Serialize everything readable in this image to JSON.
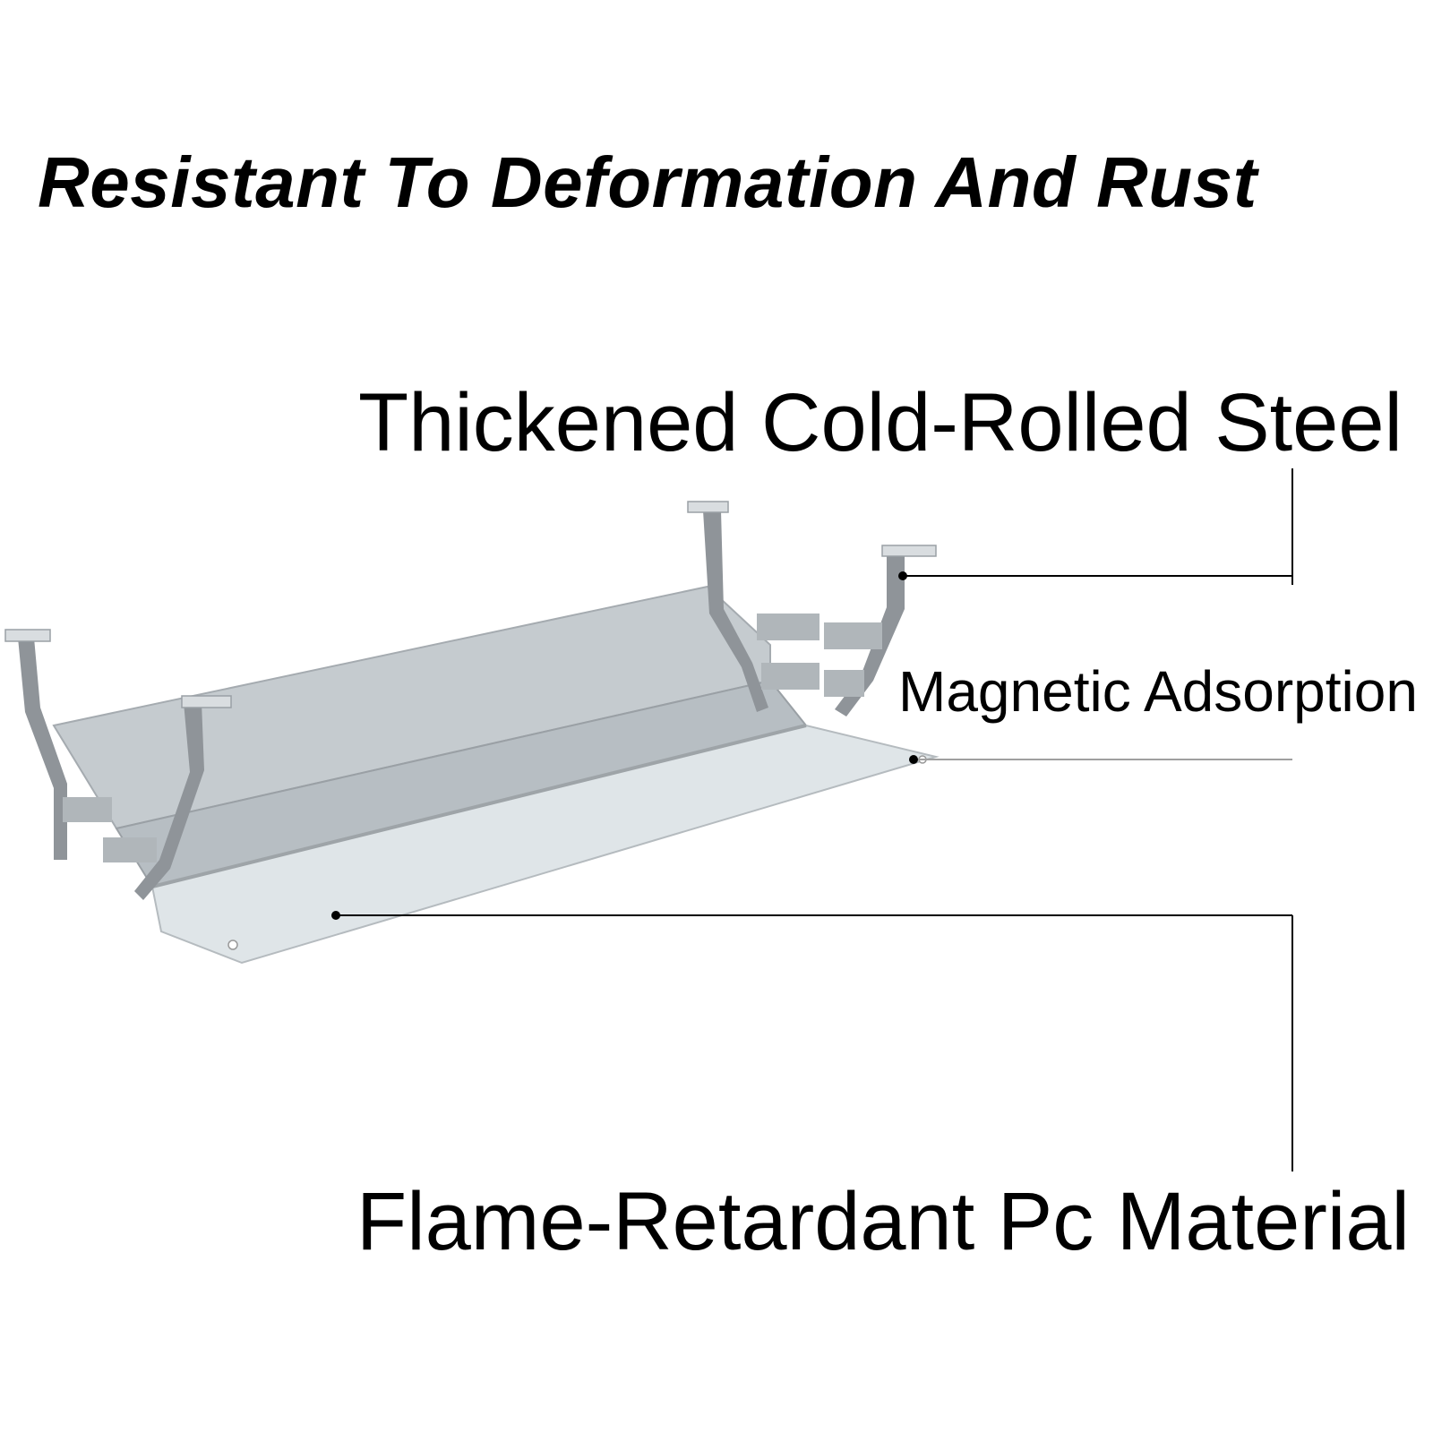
{
  "headline": "Resistant To Deformation And Rust",
  "callouts": {
    "steel": "Thickened Cold-Rolled Steel",
    "magnetic": "Magnetic Adsorption",
    "pc": "Flame-Retardant Pc Material"
  },
  "colors": {
    "steel_frame": "#8c9196",
    "tray_surface": "#c9cfd3",
    "panel_surface": "#e2e7ea",
    "leader_line": "#000000"
  }
}
